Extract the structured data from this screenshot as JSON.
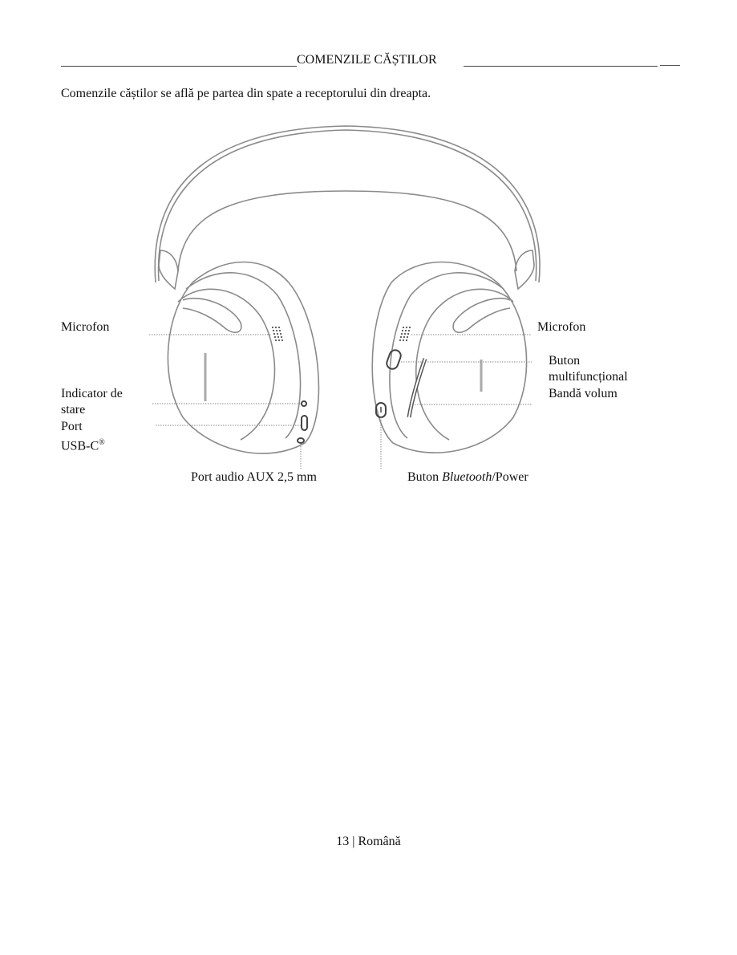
{
  "header": {
    "title": "COMENZILE CĂȘTILOR"
  },
  "intro": "Comenzile căștilor se află pe partea din spate a receptorului din dreapta.",
  "figure": {
    "left_labels": {
      "microphone": "Microfon",
      "status_indicator_line1": "Indicator de",
      "status_indicator_line2": "stare",
      "usb_port_line1": "Port",
      "usb_port_line2": "USB-C",
      "usb_mark": "®",
      "aux_port": "Port audio AUX 2,5 mm"
    },
    "right_labels": {
      "microphone": "Microfon",
      "multifunction_line1": "Buton",
      "multifunction_line2": "multifuncțional",
      "volume_strip": "Bandă volum",
      "bt_power_prefix": "Buton ",
      "bt_power_italic": "Bluetooth",
      "bt_power_suffix": "/Power"
    }
  },
  "footer": {
    "page_number": "13",
    "separator": " | ",
    "language": "Română"
  }
}
